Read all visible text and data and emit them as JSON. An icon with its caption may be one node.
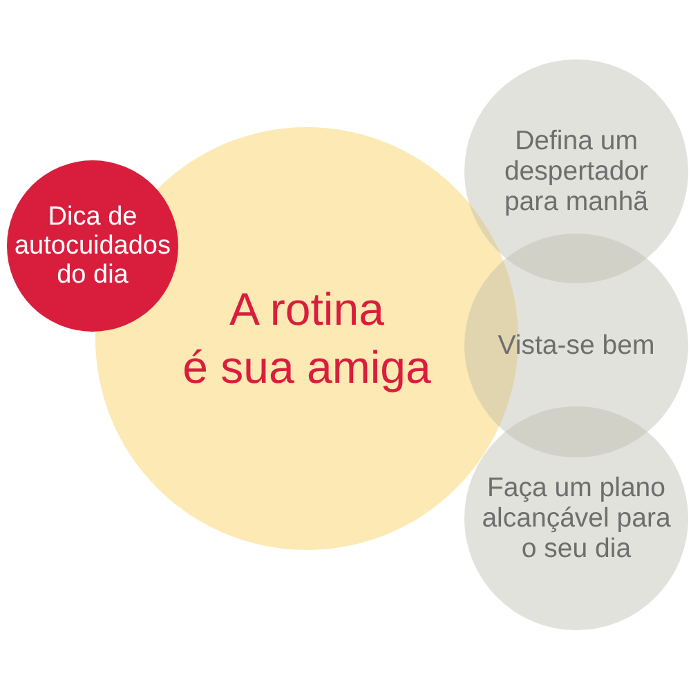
{
  "diagram": {
    "nodes": [
      {
        "text": [
          "Dica de autocuidados do dia"
        ]
      },
      {
        "text": [
          "A rotina é sua amiga"
        ]
      },
      {
        "text": [
          "Defina um despertador para manhã"
        ]
      },
      {
        "text": [
          "Vista-se bem"
        ]
      },
      {
        "text": [
          "Faça um plano alcançável para o seu dia"
        ]
      }
    ]
  }
}
